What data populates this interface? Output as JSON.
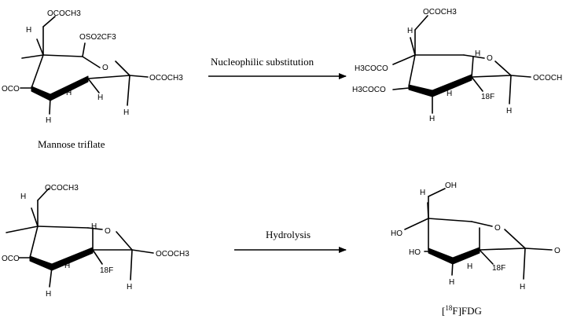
{
  "steps": [
    {
      "reaction_label": "Nucleophilic substitution"
    },
    {
      "reaction_label": "Hydrolysis"
    }
  ],
  "molecules": {
    "m1": {
      "caption": "Mannose triflate",
      "labels": [
        "H",
        "OCOCH3",
        "OSO2CF3",
        "O",
        "OCO",
        "H",
        "H",
        "OCOCH3",
        "H",
        "H"
      ]
    },
    "m2": {
      "labels": [
        "H",
        "OCOCH3",
        "H3COCO",
        "H",
        "O",
        "H3COCO",
        "H",
        "18F",
        "OCOCH",
        "H",
        "H"
      ]
    },
    "m3": {
      "labels": [
        "H",
        "OCOCH3",
        "H",
        "O",
        "OCO",
        "H",
        "18F",
        "OCOCH3",
        "H",
        "H"
      ]
    },
    "m4": {
      "caption_prefix": "[",
      "caption_isotope": "18",
      "caption_main": "F]FDG",
      "labels": [
        "H",
        "OH",
        "HO",
        "O",
        "HO",
        "H",
        "18F",
        "O",
        "H",
        "H"
      ]
    }
  }
}
